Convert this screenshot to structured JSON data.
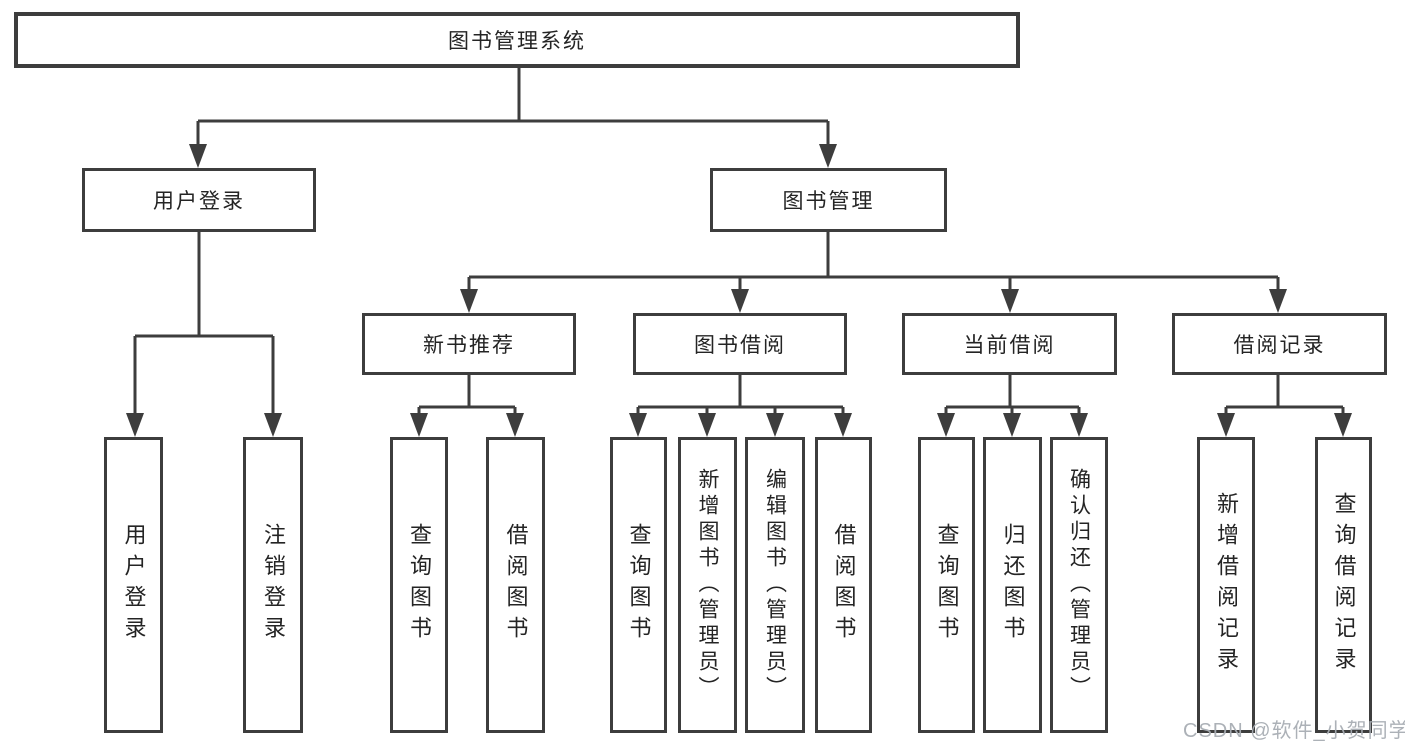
{
  "nodes": {
    "root": {
      "label": "图书管理系统"
    },
    "level2": [
      {
        "label": "用户登录"
      },
      {
        "label": "图书管理"
      }
    ],
    "level3": [
      {
        "label": "新书推荐",
        "parent": "图书管理"
      },
      {
        "label": "图书借阅",
        "parent": "图书管理"
      },
      {
        "label": "当前借阅",
        "parent": "图书管理"
      },
      {
        "label": "借阅记录",
        "parent": "图书管理"
      }
    ],
    "leaves": [
      {
        "label": "用户登录",
        "parent": "用户登录"
      },
      {
        "label": "注销登录",
        "parent": "用户登录"
      },
      {
        "label": "查询图书",
        "parent": "新书推荐"
      },
      {
        "label": "借阅图书",
        "parent": "新书推荐"
      },
      {
        "label": "查询图书",
        "parent": "图书借阅"
      },
      {
        "label": "新增图书（管理员）",
        "parent": "图书借阅"
      },
      {
        "label": "编辑图书（管理员）",
        "parent": "图书借阅"
      },
      {
        "label": "借阅图书",
        "parent": "图书借阅"
      },
      {
        "label": "查询图书",
        "parent": "当前借阅"
      },
      {
        "label": "归还图书",
        "parent": "当前借阅"
      },
      {
        "label": "确认归还（管理员）",
        "parent": "当前借阅"
      },
      {
        "label": "新增借阅记录",
        "parent": "借阅记录"
      },
      {
        "label": "查询借阅记录",
        "parent": "借阅记录"
      }
    ]
  },
  "watermark": {
    "text": "CSDN @软件_小贺同学"
  },
  "colors": {
    "line": "#3d3d3d",
    "box_border": "#3d3d3d",
    "text": "#242424",
    "watermark": "#a8adb3",
    "background": "#ffffff"
  }
}
